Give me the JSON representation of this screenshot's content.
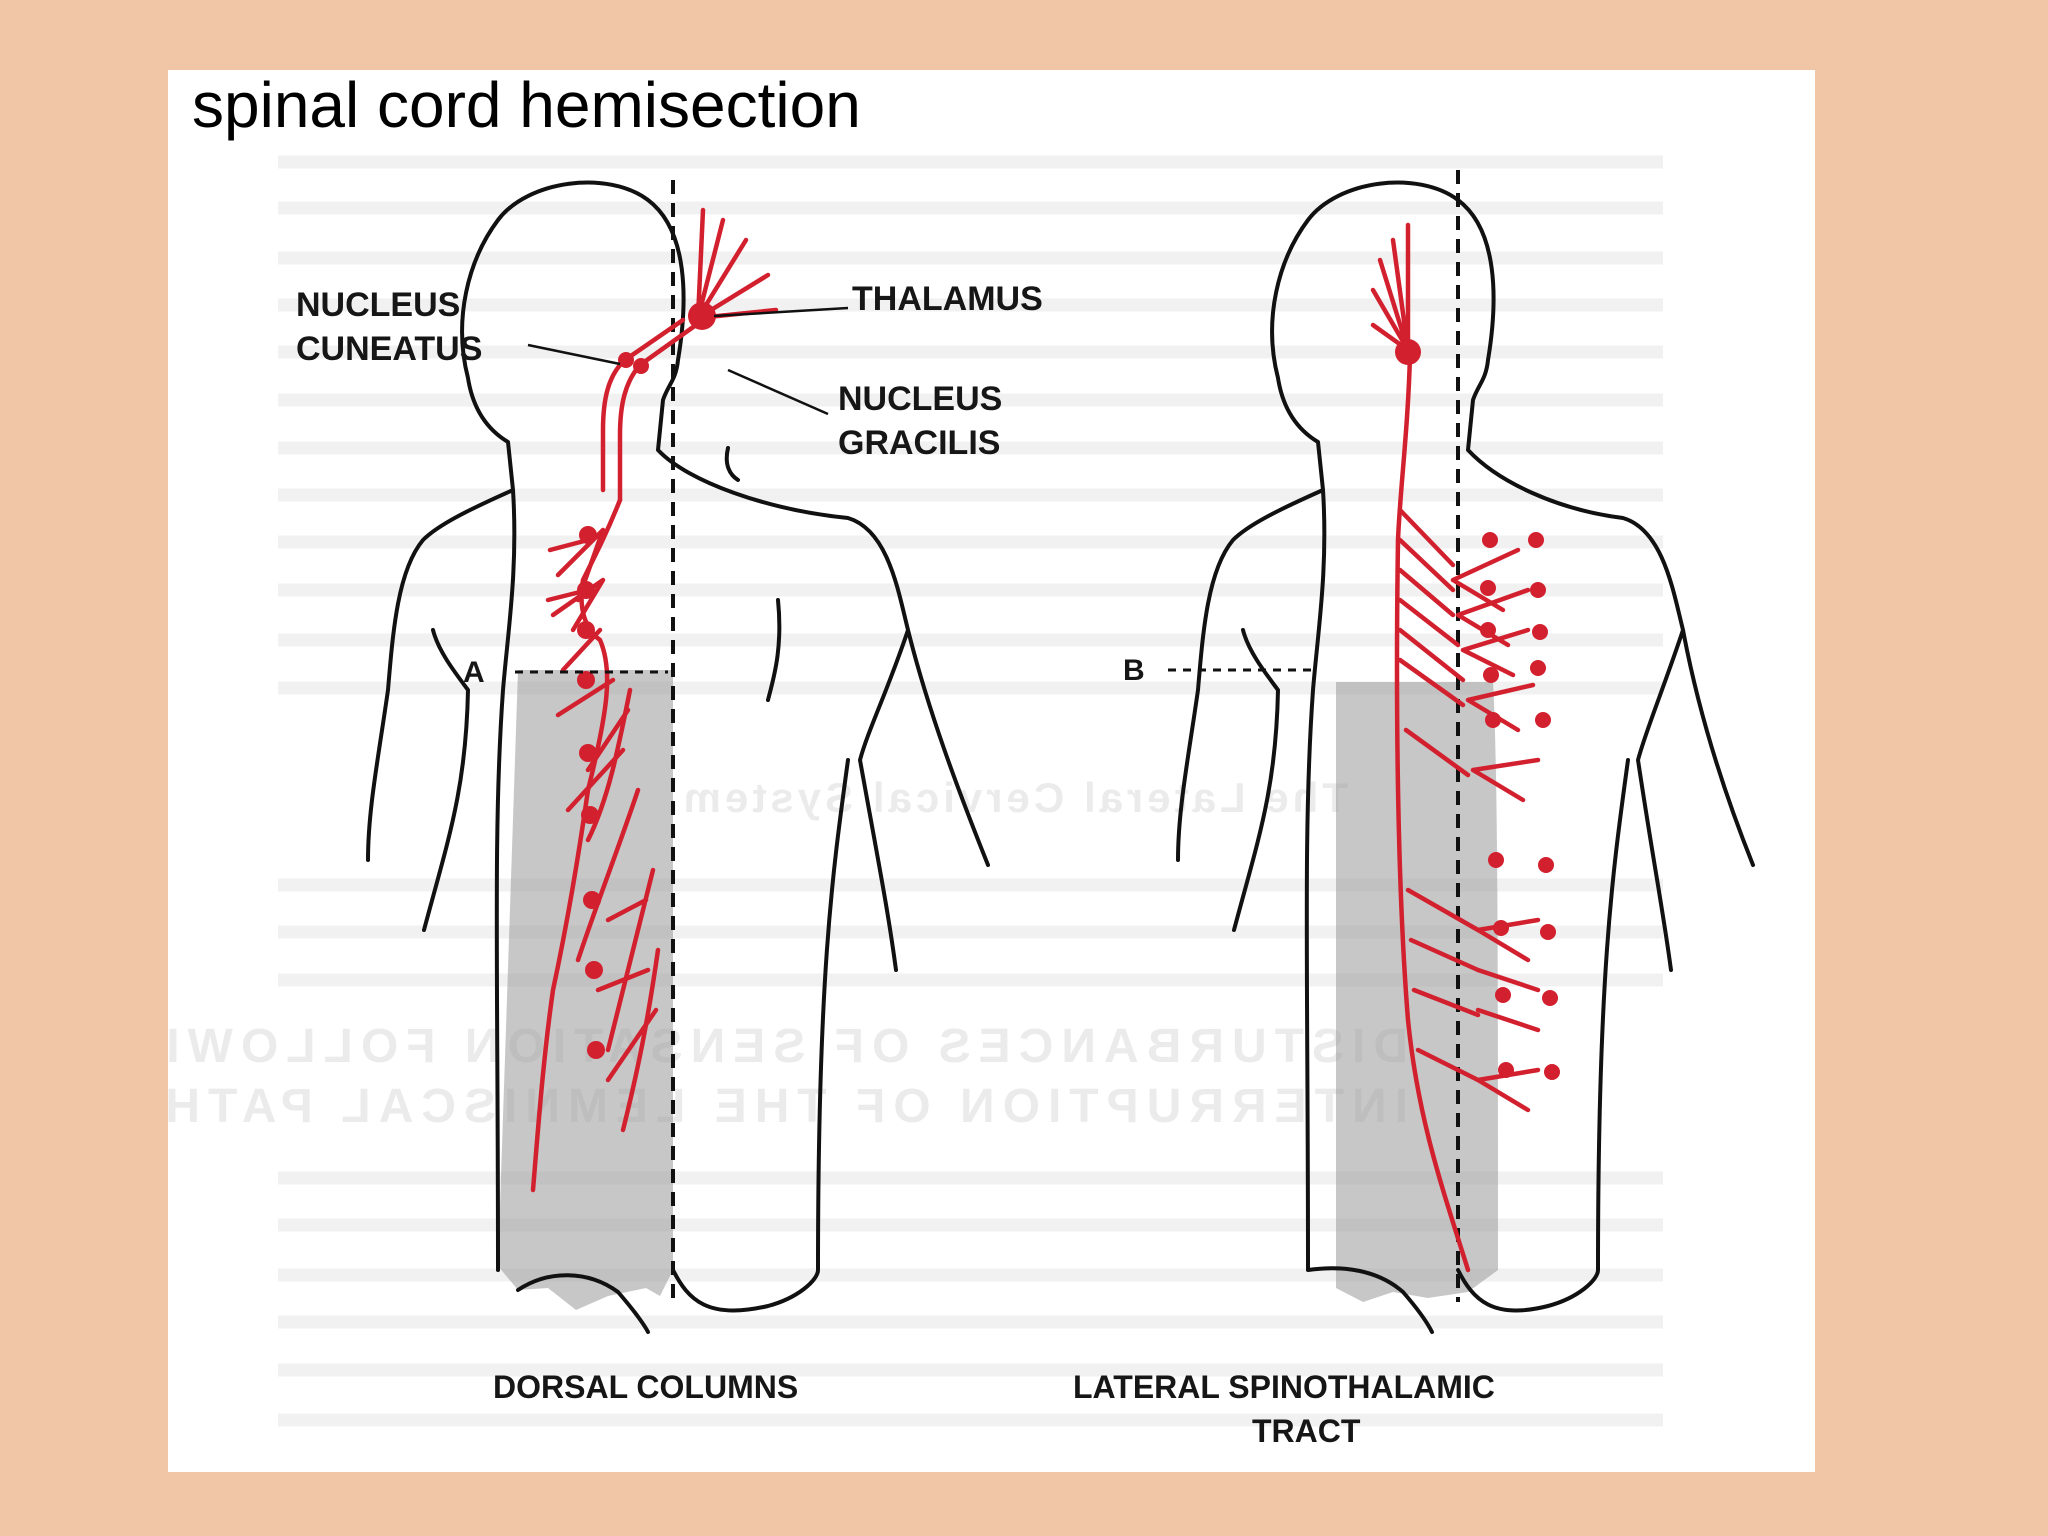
{
  "slide": {
    "title": "spinal cord hemisection",
    "background_color": "#f1c6a6",
    "accent_color": "#d2202e"
  },
  "diagram": {
    "labels": {
      "nucleus_cuneatus_line1": "NUCLEUS",
      "nucleus_cuneatus_line2": "CUNEATUS",
      "thalamus": "THALAMUS",
      "nucleus_gracilis_line1": "NUCLEUS",
      "nucleus_gracilis_line2": "GRACILIS",
      "marker_a": "A",
      "marker_b": "B",
      "left_caption": "DORSAL COLUMNS",
      "right_caption_line1": "LATERAL SPINOTHALAMIC",
      "right_caption_line2": "TRACT"
    },
    "background_headings": {
      "line1": "DISTURBANCES OF SENSATION FOLLOWING",
      "line2": "INTERRUPTION OF THE LEMNISCAL PATHWAYS",
      "heading_mid": "The Lateral Cervical System"
    }
  }
}
